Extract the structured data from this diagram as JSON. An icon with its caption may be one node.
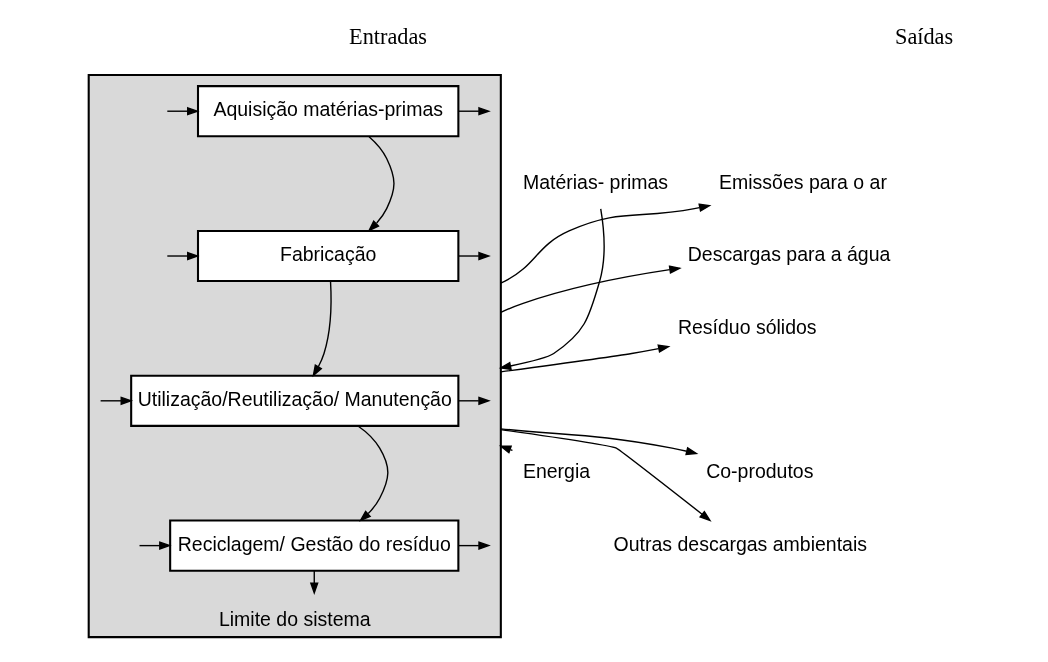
{
  "diagram": {
    "nodes": [
      {
        "text": [
          "Limite do sistema"
        ]
      },
      {
        "text": [
          "Aquisição matérias-primas"
        ],
        "in": 0
      },
      {
        "text": [
          "Fabricação"
        ],
        "in": 0
      },
      {
        "text": [
          "Utilização/Reutilização/ Manutenção"
        ],
        "in": 0
      },
      {
        "text": [
          "Reciclagem/ Gestão do resíduo"
        ],
        "in": 0
      },
      {
        "text": [
          "Matérias- primas"
        ]
      },
      {
        "text": [
          "Energia"
        ]
      },
      {
        "text": [
          "Emissões para o ar"
        ]
      },
      {
        "text": [
          "Descargas para a água"
        ]
      },
      {
        "text": [
          "Resíduo sólidos"
        ]
      },
      {
        "text": [
          "Co-produtos"
        ]
      },
      {
        "text": [
          "Outras descargas ambientais"
        ]
      }
    ],
    "edges": [
      {
        "from": 5,
        "to": 0,
        "arrow": "to"
      },
      {
        "from": 6,
        "to": 0,
        "arrow": "to"
      },
      {
        "from": null,
        "to": 1,
        "arrow": "to"
      },
      {
        "from": null,
        "to": 2,
        "arrow": "to"
      },
      {
        "from": null,
        "to": 3,
        "arrow": "to"
      },
      {
        "from": null,
        "to": 4,
        "arrow": "to"
      },
      {
        "from": 1,
        "to": 2,
        "arrow": "to"
      },
      {
        "from": 2,
        "to": 3,
        "arrow": "to"
      },
      {
        "from": 3,
        "to": 4,
        "arrow": "to"
      },
      {
        "from": 1,
        "to": null,
        "arrow": "to"
      },
      {
        "from": 2,
        "to": null,
        "arrow": "to"
      },
      {
        "from": 3,
        "to": null,
        "arrow": "to"
      },
      {
        "from": 4,
        "to": null,
        "arrow": "to"
      },
      {
        "from": 4,
        "to": null,
        "arrow": "to"
      },
      {
        "from": 0,
        "to": 7,
        "arrow": "to"
      },
      {
        "from": 0,
        "to": 8,
        "arrow": "to"
      },
      {
        "from": 0,
        "to": 9,
        "arrow": "to"
      },
      {
        "from": 0,
        "to": 10,
        "arrow": "to"
      },
      {
        "from": 0,
        "to": 11,
        "arrow": "to"
      }
    ],
    "labels": [
      "Entradas",
      "Saídas"
    ]
  }
}
